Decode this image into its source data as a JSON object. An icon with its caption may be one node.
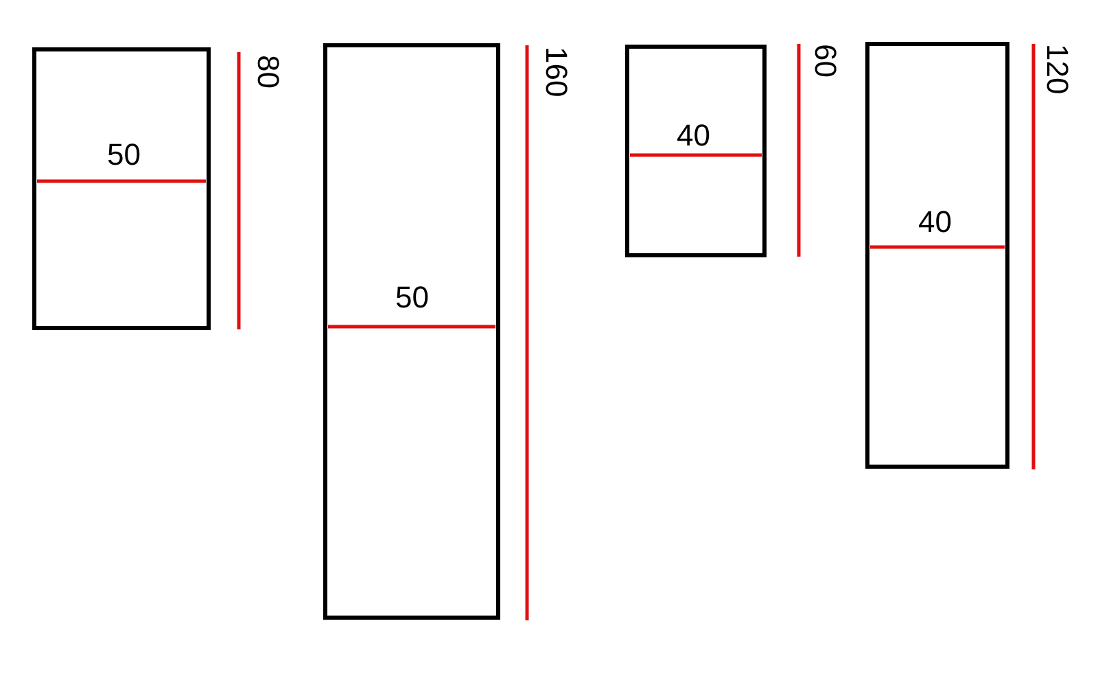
{
  "diagram": {
    "labels": [
      "50",
      "80",
      "50",
      "160",
      "40",
      "60",
      "40",
      "120"
    ]
  }
}
